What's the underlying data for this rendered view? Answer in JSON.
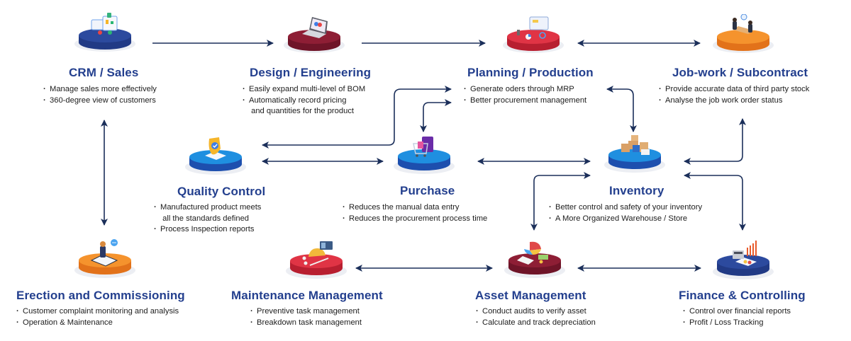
{
  "diagram": {
    "colors": {
      "title": "#233f8e",
      "arrow": "#1b2f5a",
      "text": "#1c1c1c",
      "navy": "#2c4a9e",
      "navy_dark": "#213a85",
      "blue": "#1f8fe0",
      "blue_dark": "#1d4fae",
      "maroon": "#8e1e35",
      "maroon_dark": "#6f1428",
      "red": "#e03445",
      "red_dark": "#b81f30",
      "orange": "#f5932d",
      "orange_dark": "#e2721a"
    },
    "modules": [
      {
        "id": "crm",
        "title": "CRM / Sales",
        "icon": "crm-dashboard-icon",
        "color": "navy",
        "bullets": [
          "Manage sales more effectively",
          "360-degree view of customers"
        ]
      },
      {
        "id": "design",
        "title": "Design / Engineering",
        "icon": "laptop-design-icon",
        "color": "maroon",
        "bullets": [
          "Easily expand multi-level of BOM",
          "Automatically record pricing\n and quantities for the product"
        ]
      },
      {
        "id": "planning",
        "title": "Planning / Production",
        "icon": "planning-monitor-icon",
        "color": "red",
        "bullets": [
          "Generate oders through MRP",
          "Better procurement management"
        ]
      },
      {
        "id": "jobwork",
        "title": "Job-work / Subcontract",
        "icon": "meeting-handshake-icon",
        "color": "orange",
        "bullets": [
          "Provide accurate data of third party stock",
          "Analyse the job work order status"
        ]
      },
      {
        "id": "quality",
        "title": "Quality Control",
        "icon": "shield-check-icon",
        "color": "blue",
        "bullets": [
          "Manufactured product meets\n all the standards defined",
          "Process Inspection reports"
        ]
      },
      {
        "id": "purchase",
        "title": "Purchase",
        "icon": "shopping-cart-icon",
        "color": "blue",
        "bullets": [
          "Reduces the manual data entry",
          "Reduces the procurement process time"
        ]
      },
      {
        "id": "inventory",
        "title": "Inventory",
        "icon": "boxes-icon",
        "color": "blue",
        "bullets": [
          "Better control and safety of your inventory",
          "A More Organized Warehouse / Store"
        ]
      },
      {
        "id": "erection",
        "title": "Erection and Commissioning",
        "icon": "support-agent-icon",
        "color": "orange",
        "bullets": [
          "Customer complaint monitoring and analysis",
          "Operation & Maintenance"
        ]
      },
      {
        "id": "maintenance",
        "title": "Maintenance Management",
        "icon": "hardhat-tools-icon",
        "color": "red",
        "bullets": [
          "Preventive task management",
          "Breakdown task management"
        ]
      },
      {
        "id": "asset",
        "title": "Asset Management",
        "icon": "pie-chart-money-icon",
        "color": "maroon",
        "bullets": [
          "Conduct audits to verify asset",
          "Calculate and track depreciation"
        ]
      },
      {
        "id": "finance",
        "title": "Finance & Controlling",
        "icon": "calculator-chart-icon",
        "color": "navy",
        "bullets": [
          "Control over financial reports",
          "Profit / Loss Tracking"
        ]
      }
    ],
    "connections": [
      {
        "from": "crm",
        "to": "design",
        "direction": "forward"
      },
      {
        "from": "design",
        "to": "planning",
        "direction": "forward"
      },
      {
        "from": "planning",
        "to": "jobwork",
        "direction": "both"
      },
      {
        "from": "crm",
        "to": "erection",
        "direction": "both"
      },
      {
        "from": "quality",
        "to": "planning",
        "direction": "both"
      },
      {
        "from": "quality",
        "to": "purchase",
        "direction": "both"
      },
      {
        "from": "purchase",
        "to": "planning",
        "direction": "both"
      },
      {
        "from": "purchase",
        "to": "inventory",
        "direction": "both"
      },
      {
        "from": "planning",
        "to": "inventory",
        "direction": "both"
      },
      {
        "from": "inventory",
        "to": "jobwork",
        "direction": "both"
      },
      {
        "from": "inventory",
        "to": "asset",
        "direction": "both"
      },
      {
        "from": "inventory",
        "to": "finance",
        "direction": "both"
      },
      {
        "from": "asset",
        "to": "maintenance",
        "direction": "both"
      },
      {
        "from": "asset",
        "to": "finance",
        "direction": "both"
      }
    ]
  }
}
